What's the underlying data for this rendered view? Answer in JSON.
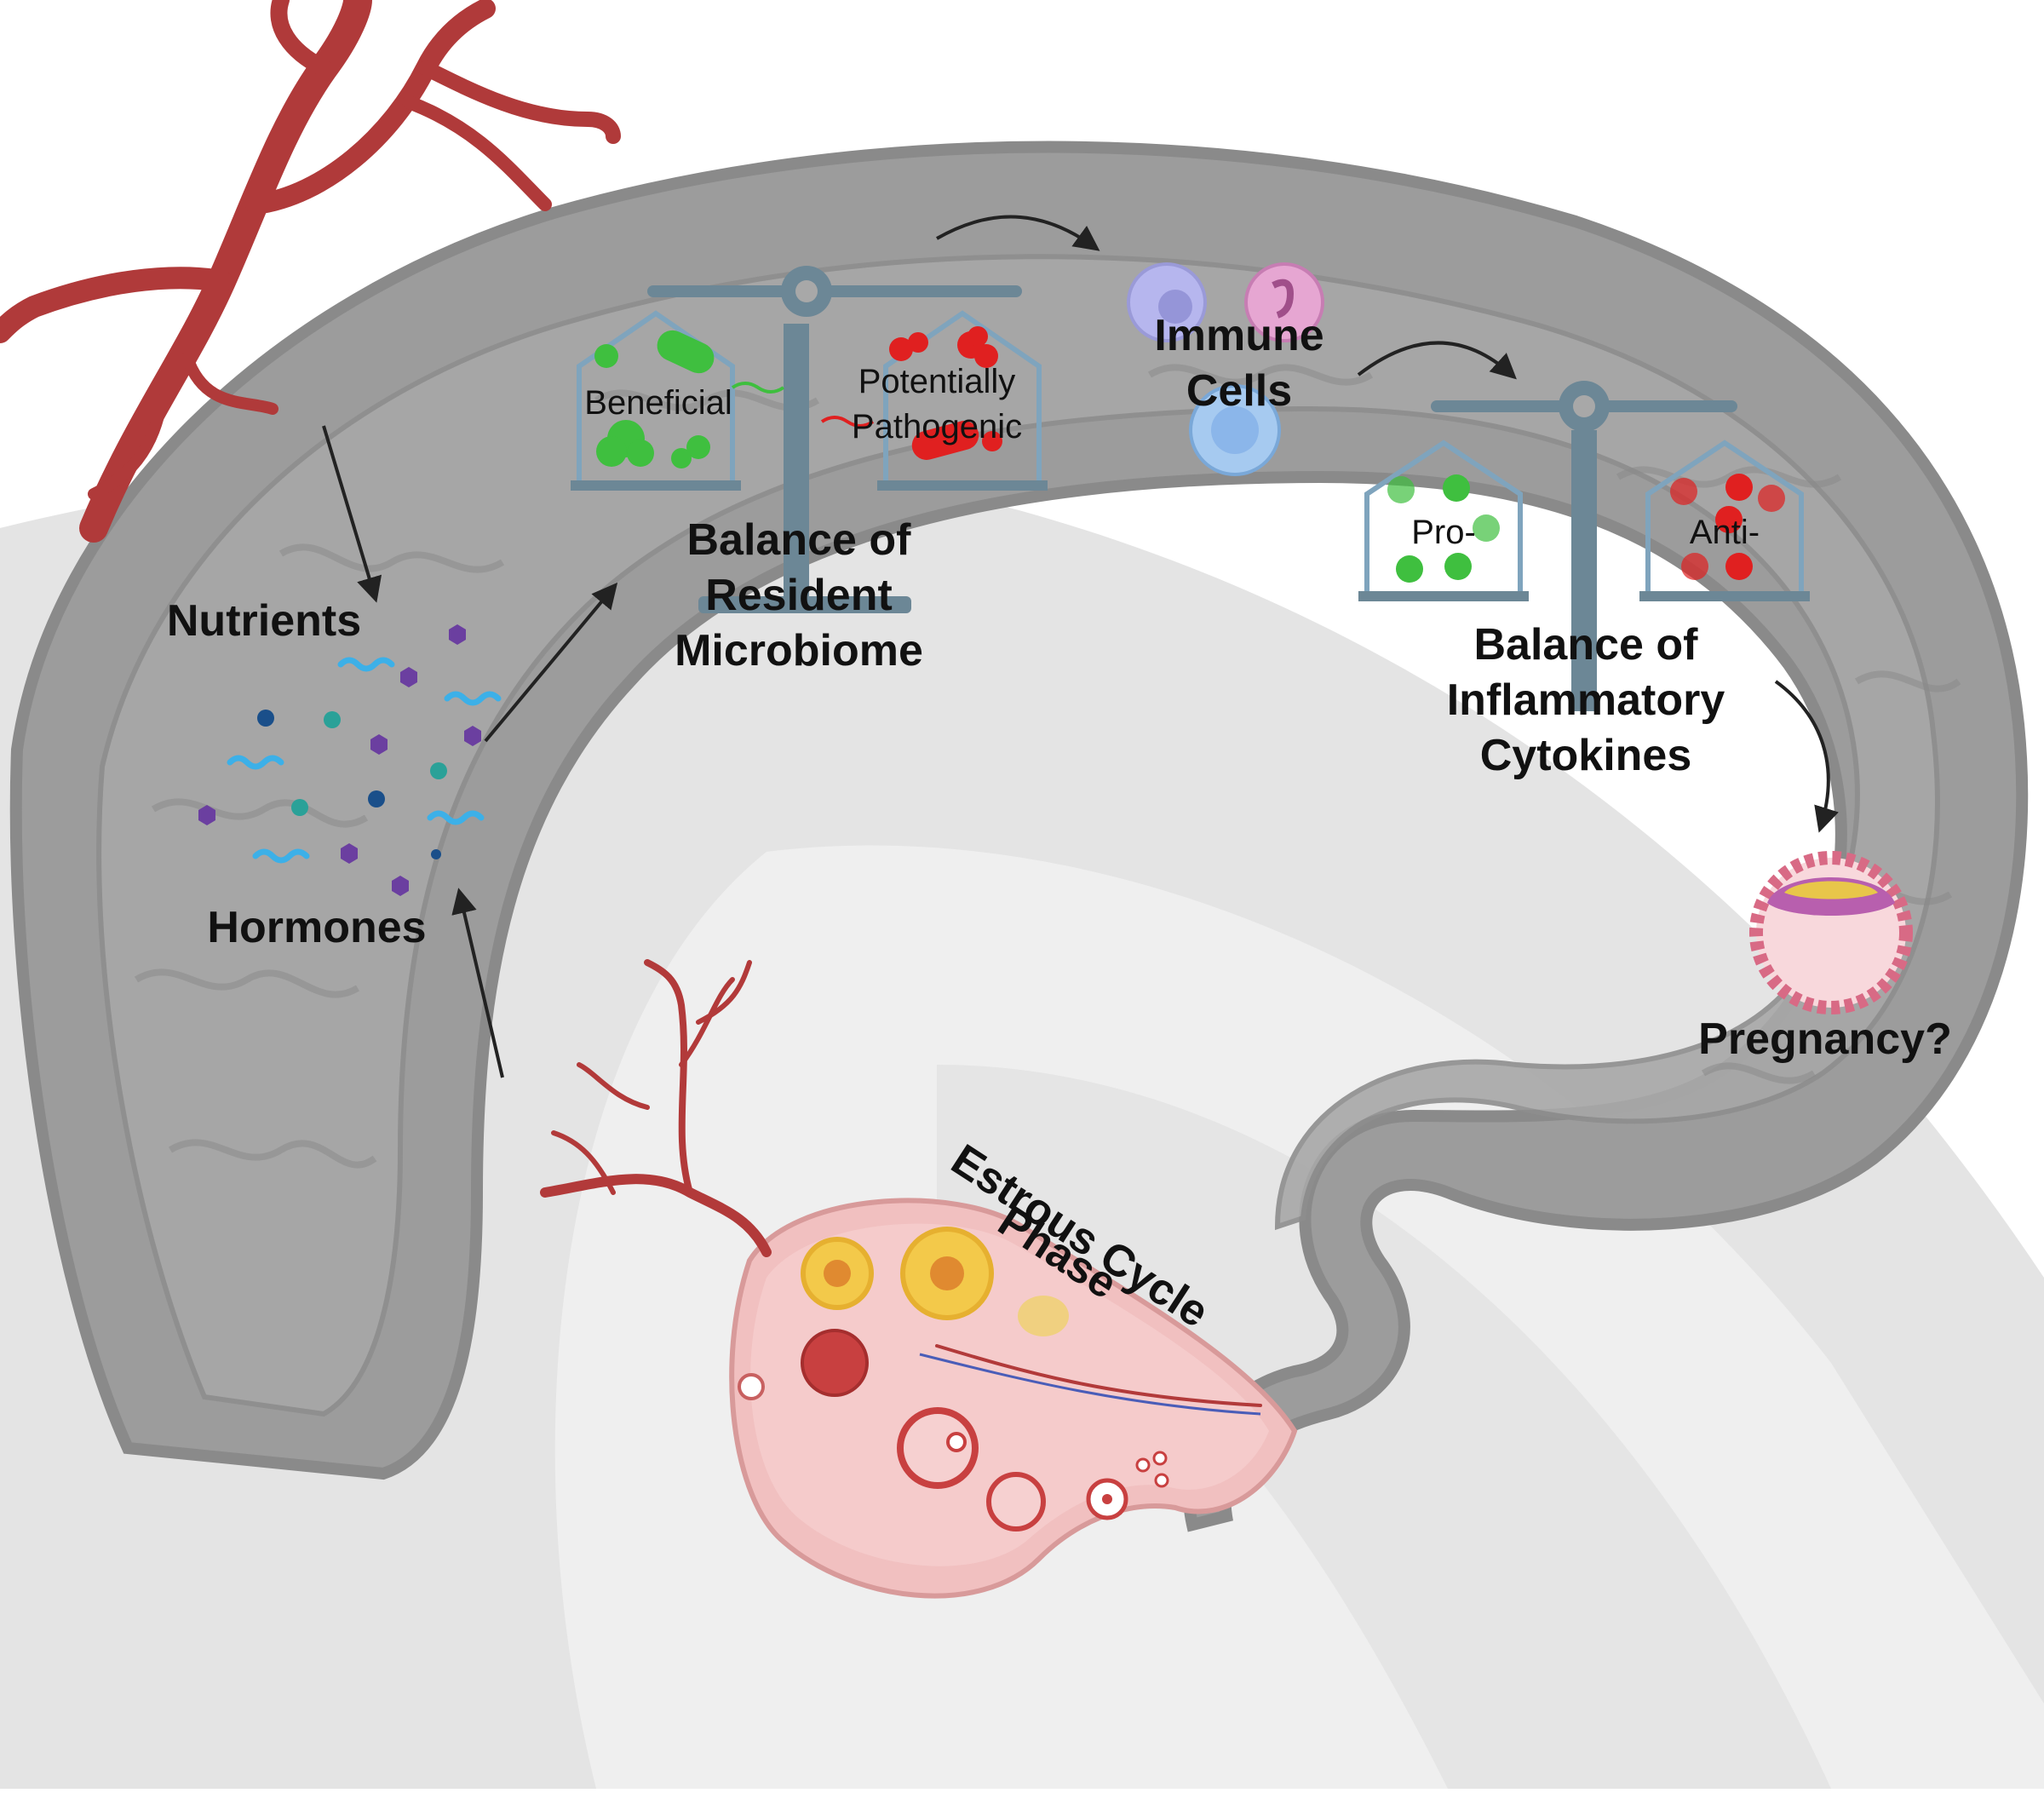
{
  "labels": {
    "nutrients": "Nutrients",
    "hormones": "Hormones",
    "beneficial": "Beneficial",
    "potentially": "Potentially",
    "pathogenic": "Pathogenic",
    "balance_microbiome_1": "Balance of",
    "balance_microbiome_2": "Resident",
    "balance_microbiome_3": "Microbiome",
    "immune_1": "Immune",
    "immune_2": "Cells",
    "pro": "Pro-",
    "anti": "Anti-",
    "balance_cytokines_1": "Balance of",
    "balance_cytokines_2": "Inflammatory",
    "balance_cytokines_3": "Cytokines",
    "pregnancy": "Pregnancy?",
    "estrous_1": "Estrous Cycle",
    "estrous_2": "Phase"
  },
  "colors": {
    "uterus": "#9a9a9a",
    "uterus_outline": "#7e7e7e",
    "lumen": "#d9d9d9",
    "background_body": "#e6e6e6",
    "vessel": "#b23a3a",
    "ovary": "#f2c4c4",
    "beneficial": "#3fbf3f",
    "pathogenic": "#e02020",
    "scale": "#6e8a9a"
  }
}
